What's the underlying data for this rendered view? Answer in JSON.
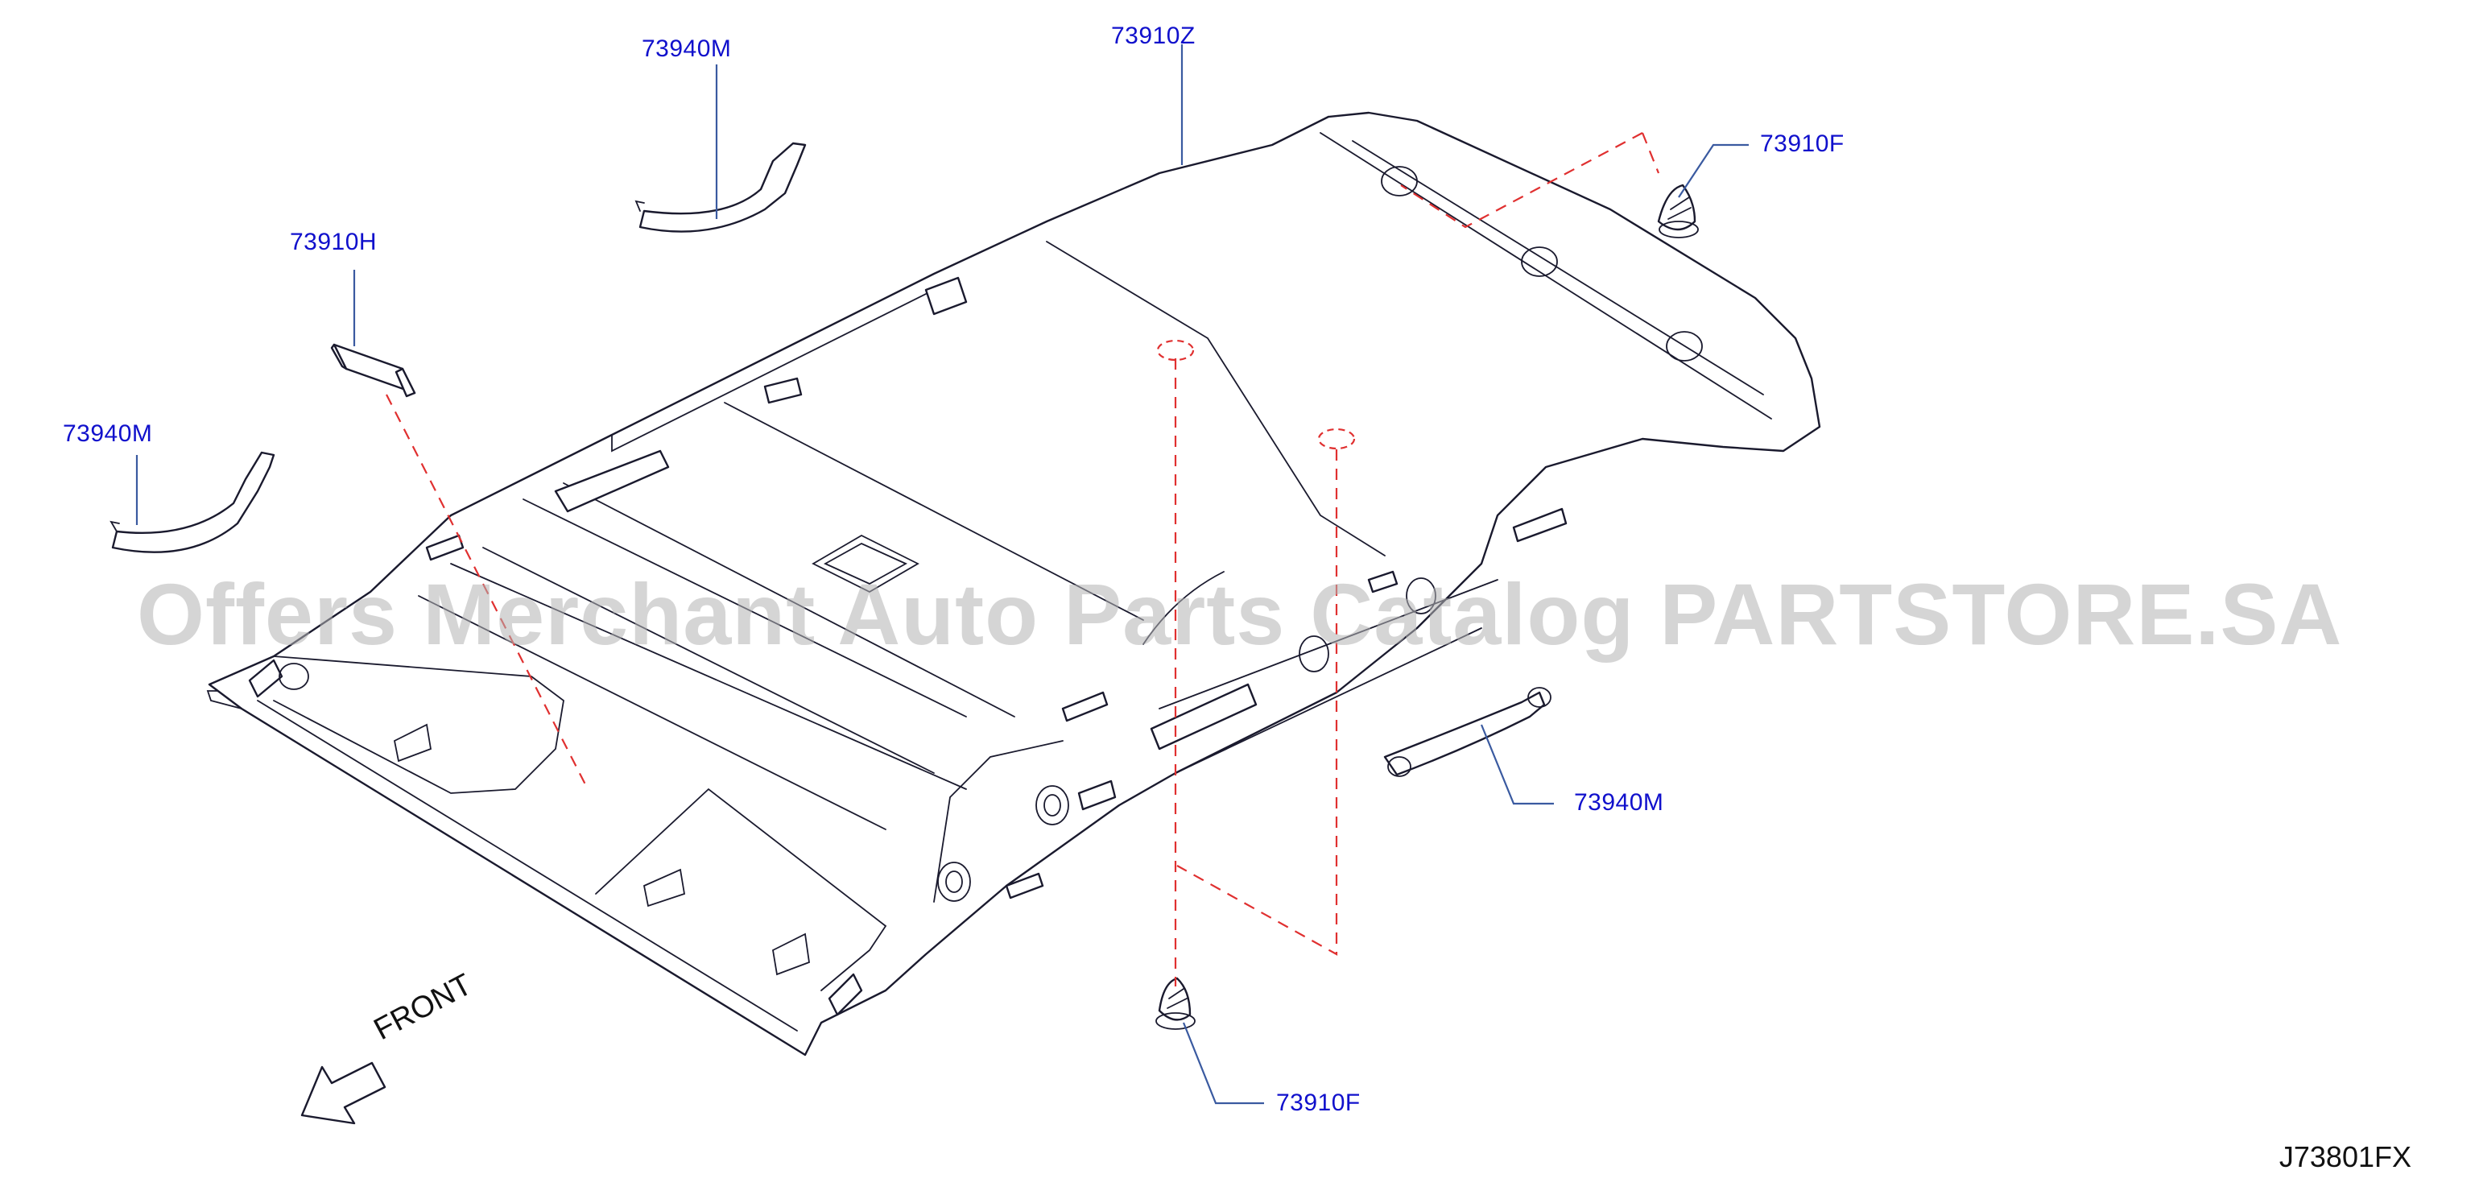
{
  "callouts": {
    "headlining": "73910Z",
    "assist_grip_top": "73940M",
    "assist_grip_left": "73940M",
    "assist_grip_right": "73940M",
    "pad": "73910H",
    "clip_top": "73910F",
    "clip_bottom": "73910F"
  },
  "direction_label": "FRONT",
  "diagram_code": "J73801FX",
  "watermark": "Offers Merchant Auto Parts Catalog PARTSTORE.SA",
  "colors": {
    "callout_text": "#1010cc",
    "leader_line": "#3a5aa0",
    "dashed_reference": "#e03030",
    "outline": "#1a1a2e"
  }
}
